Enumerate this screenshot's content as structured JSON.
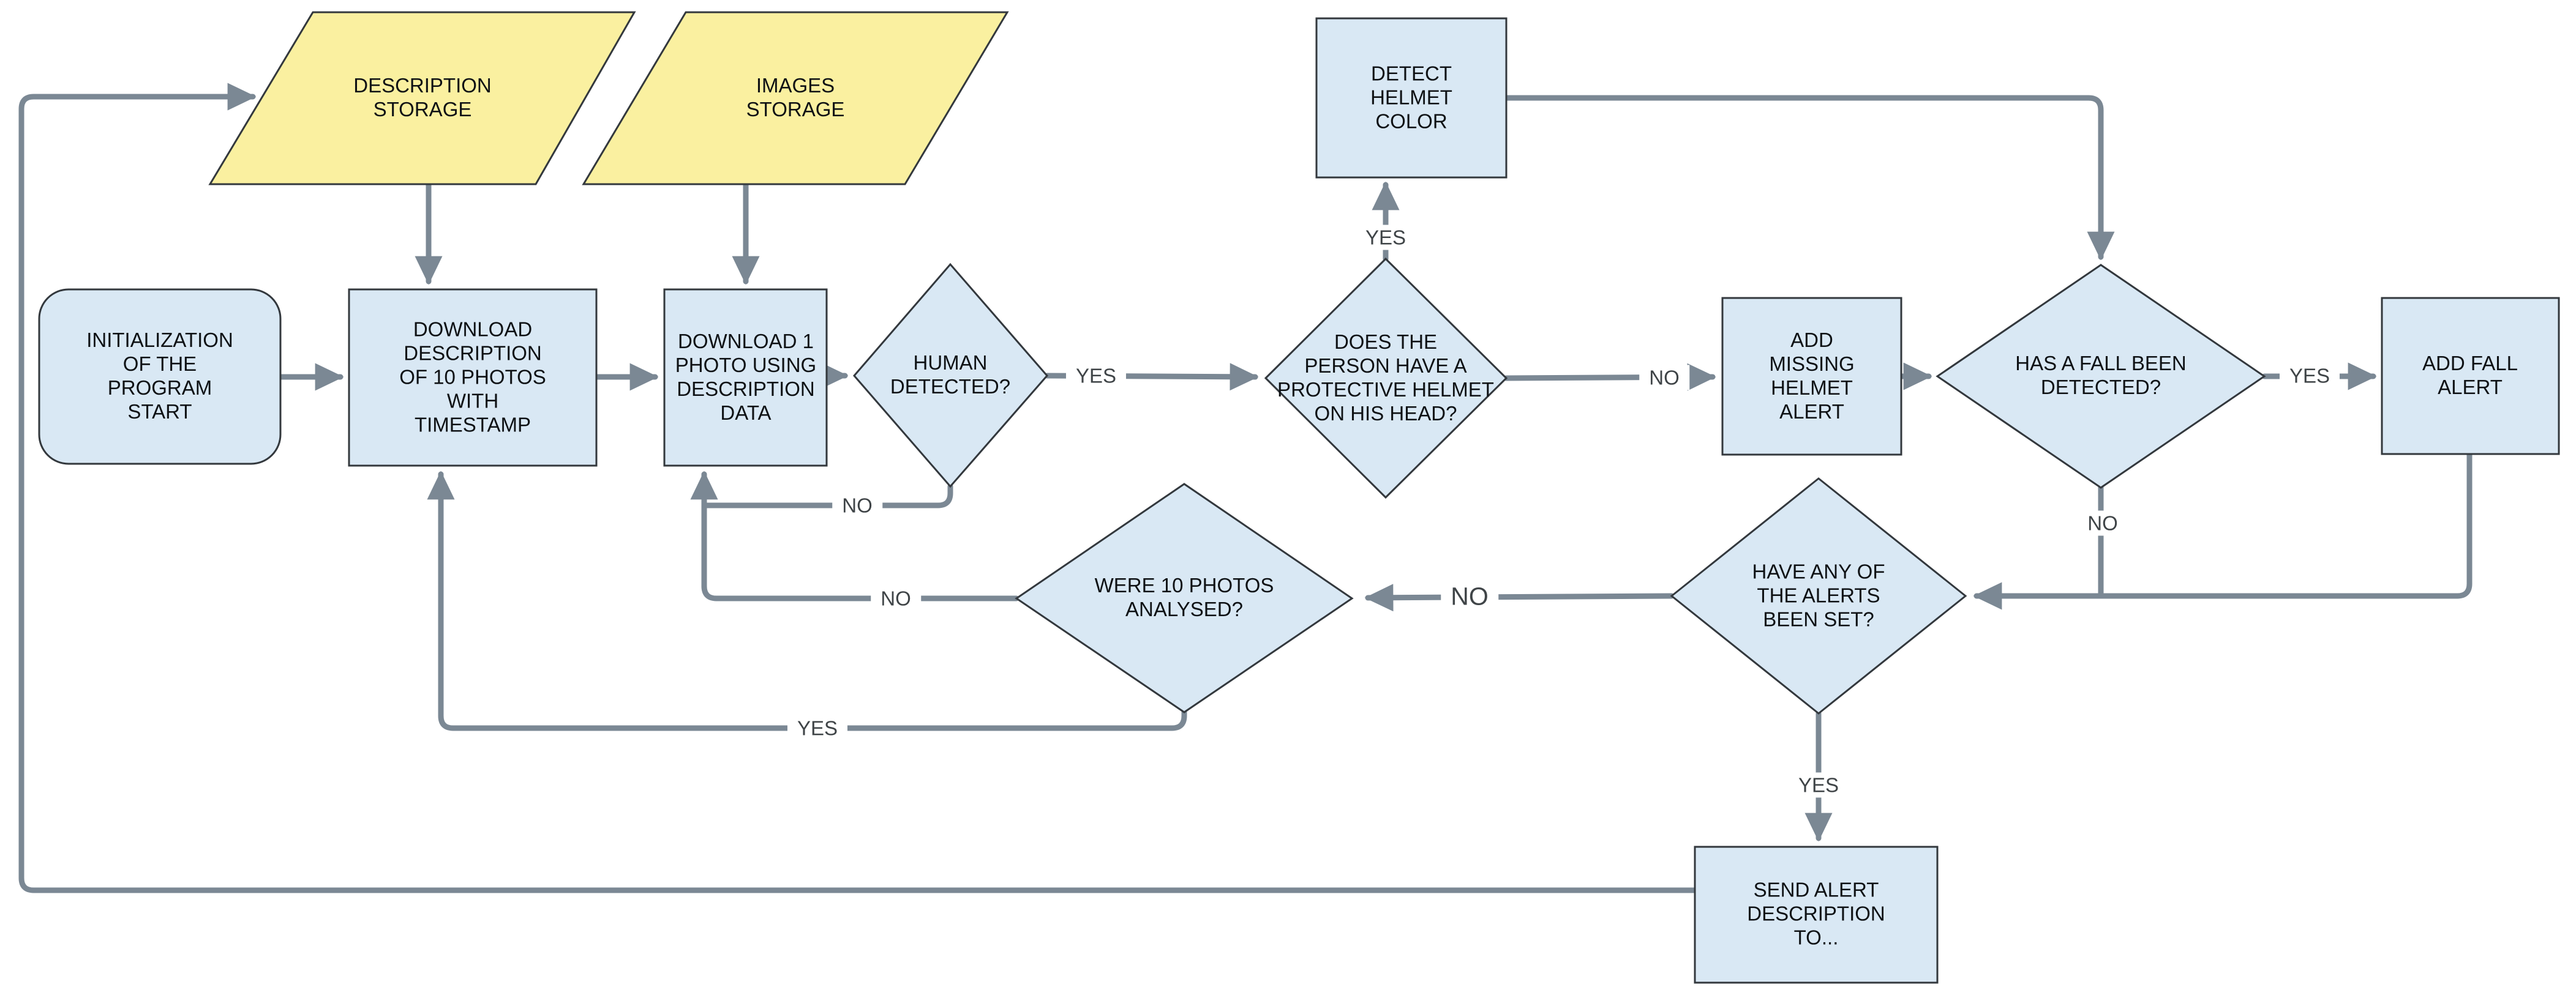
{
  "diagram": {
    "type": "flowchart",
    "colors": {
      "storage_fill": "#FAF0A0",
      "process_fill": "#D9E8F4",
      "shape_stroke": "#33383D",
      "connector": "#7B8894",
      "node_text": "#0E1114",
      "edge_label_text": "#3F4447"
    },
    "nodes": {
      "desc_storage": {
        "label": "DESCRIPTION\nSTORAGE"
      },
      "img_storage": {
        "label": "IMAGES\nSTORAGE"
      },
      "init": {
        "label": "INITIALIZATION\nOF THE\nPROGRAM\nSTART"
      },
      "download_desc": {
        "label": "DOWNLOAD\nDESCRIPTION\nOF 10 PHOTOS\nWITH\nTIMESTAMP"
      },
      "download_photo": {
        "label": "DOWNLOAD 1\nPHOTO USING\nDESCRIPTION\nDATA"
      },
      "human": {
        "label": "HUMAN\nDETECTED?"
      },
      "protective": {
        "label": "DOES THE\nPERSON HAVE A\nPROTECTIVE HELMET\nON HIS HEAD?"
      },
      "detect_color": {
        "label": "DETECT\nHELMET\nCOLOR"
      },
      "add_missing": {
        "label": "ADD\nMISSING\nHELMET\nALERT"
      },
      "fall": {
        "label": "HAS A FALL BEEN\nDETECTED?"
      },
      "add_fall": {
        "label": "ADD FALL\nALERT"
      },
      "were10": {
        "label": "WERE 10 PHOTOS\nANALYSED?"
      },
      "have_any": {
        "label": "HAVE ANY OF\nTHE ALERTS\nBEEN SET?"
      },
      "send": {
        "label": "SEND ALERT\nDESCRIPTION\nTO..."
      }
    },
    "edge_labels": {
      "yes_human": "YES",
      "no_human": "NO",
      "yes_protective": "YES",
      "no_protective": "NO",
      "yes_fall": "YES",
      "no_fall": "NO",
      "no_have_any": "NO",
      "yes_have_any": "YES",
      "no_were10": "NO",
      "yes_were10": "YES"
    }
  }
}
